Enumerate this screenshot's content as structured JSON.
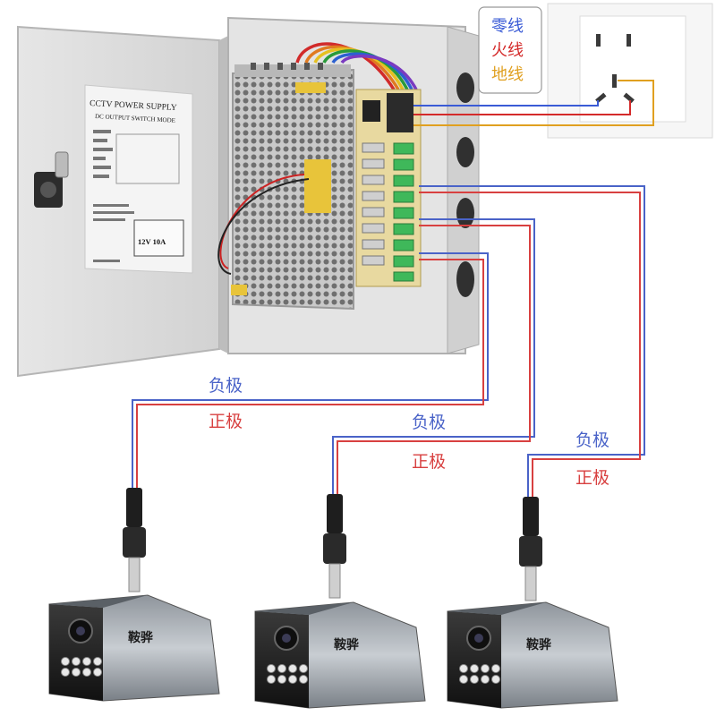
{
  "legend": {
    "neutral": "零线",
    "live": "火线",
    "ground": "地线"
  },
  "power_box": {
    "door_title": "CCTV POWER SUPPLY",
    "door_subtitle": "DC OUTPUT SWITCH MODE",
    "rating": "12V 10A"
  },
  "wire_labels": {
    "cam1_negative": "负极",
    "cam1_positive": "正极",
    "cam2_negative": "负极",
    "cam2_positive": "正极",
    "cam3_negative": "负极",
    "cam3_positive": "正极"
  },
  "camera_brand": "鞍骅",
  "colors": {
    "neutral": "#3a5bd6",
    "live": "#d42a2a",
    "ground": "#e0a020",
    "negative_wire": "#4a63c8",
    "positive_wire": "#d84040",
    "box_body": "#dedede",
    "background": "#ffffff"
  }
}
